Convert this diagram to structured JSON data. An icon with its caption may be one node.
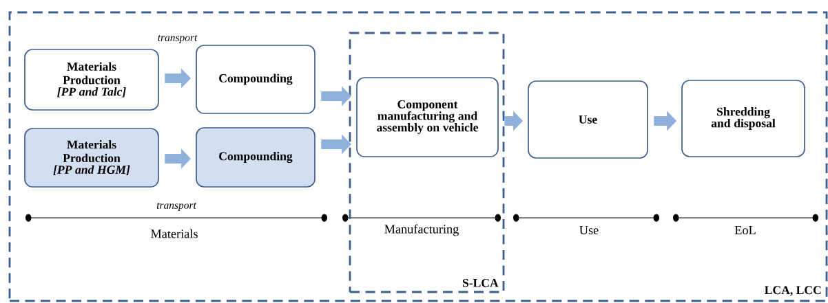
{
  "diagram": {
    "nodes": [
      {
        "text": [
          "LCA, LCC"
        ]
      },
      {
        "text": [
          "S-LCA"
        ],
        "in": 0
      },
      {
        "text": [
          "Materials Production",
          "[PP and Talc]"
        ],
        "in": 0
      },
      {
        "text": [
          "Compounding"
        ],
        "in": 0
      },
      {
        "text": [
          "Materials Production",
          "[PP and HGM]"
        ],
        "in": 0
      },
      {
        "text": [
          "Compounding"
        ],
        "in": 0
      },
      {
        "text": [
          "Component manufacturing and assembly on vehicle"
        ],
        "in": 1
      },
      {
        "text": [
          "Use"
        ],
        "in": 0
      },
      {
        "text": [
          "Shredding and disposal"
        ],
        "in": 0
      }
    ],
    "edges": [
      {
        "from": 2,
        "to": 3,
        "arrow": "to",
        "label": "transport"
      },
      {
        "from": 4,
        "to": 5,
        "arrow": "to"
      },
      {
        "from": 3,
        "to": 6,
        "arrow": "to"
      },
      {
        "from": 5,
        "to": 6,
        "arrow": "to"
      },
      {
        "from": 6,
        "to": 7,
        "arrow": "to"
      },
      {
        "from": 7,
        "to": 8,
        "arrow": "to"
      }
    ],
    "labels": [
      "transport",
      "Materials",
      "Manufacturing",
      "Use",
      "EoL"
    ]
  }
}
